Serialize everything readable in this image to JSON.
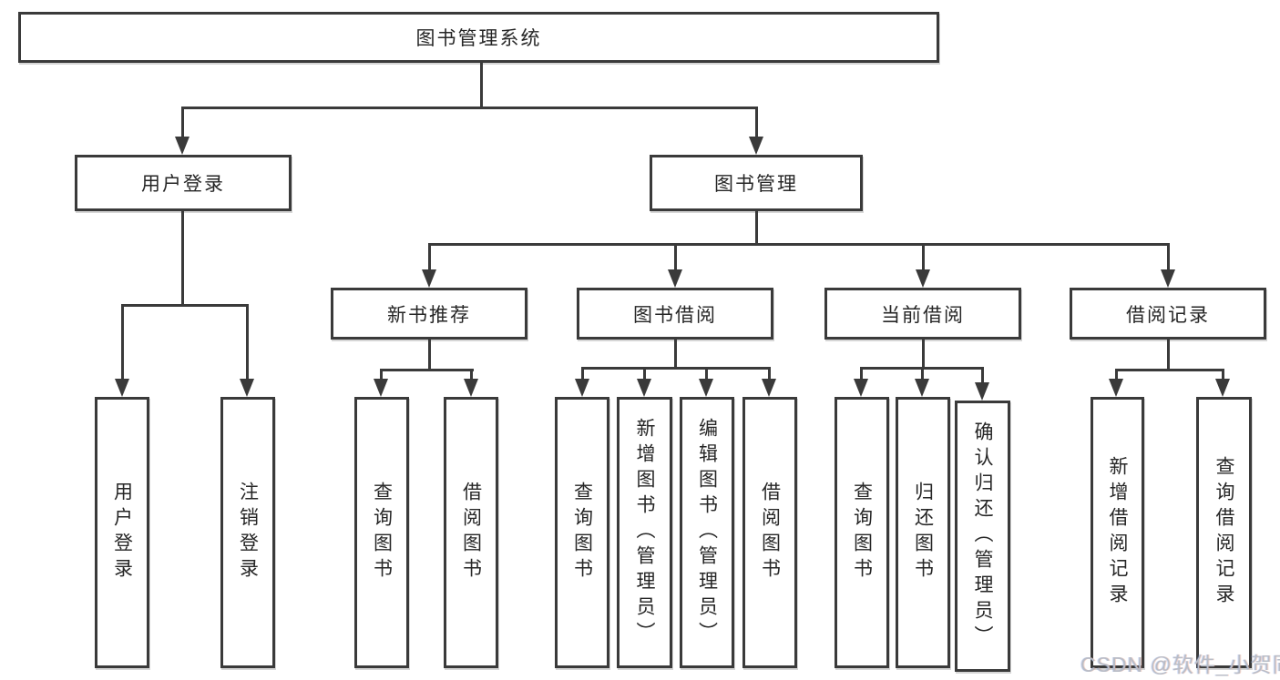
{
  "diagram": {
    "type": "tree",
    "root_label": "图书管理系统",
    "level2": {
      "user_login": "用户登录",
      "book_management": "图书管理"
    },
    "level3": {
      "new_book_recommend": "新书推荐",
      "book_borrow": "图书借阅",
      "current_borrow": "当前借阅",
      "borrow_records": "借阅记录"
    },
    "leaves": {
      "user_login": [
        "用户登录",
        "注销登录"
      ],
      "new_book_recommend": [
        "查询图书",
        "借阅图书"
      ],
      "book_borrow": [
        "查询图书",
        "新增图书（管理员）",
        "编辑图书（管理员）",
        "借阅图书"
      ],
      "current_borrow": [
        "查询图书",
        "归还图书",
        "确认归还（管理员）"
      ],
      "borrow_records": [
        "新增借阅记录",
        "查询借阅记录"
      ]
    },
    "watermark": "CSDN @软件_小贺同学",
    "colors": {
      "line": "#3a3a3a",
      "text": "#262626",
      "background": "#ffffff",
      "watermark": "#b9bdc7"
    }
  }
}
